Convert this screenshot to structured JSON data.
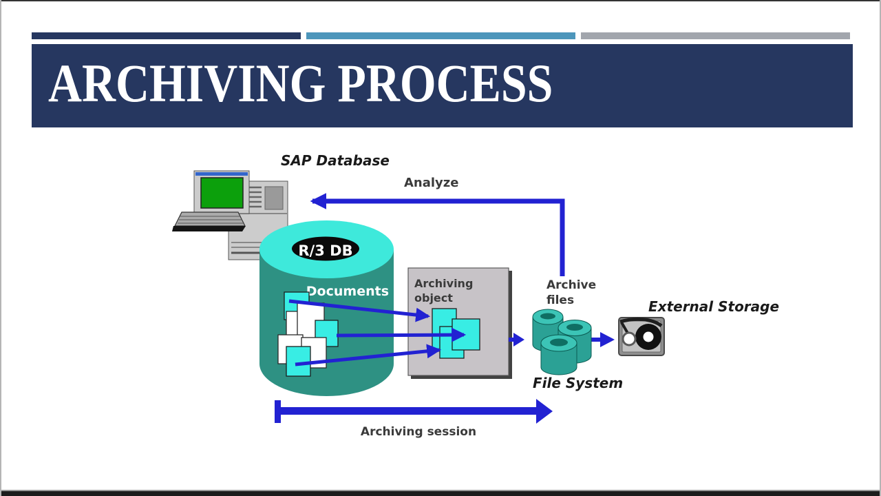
{
  "header": {
    "title": "ARCHIVING PROCESS"
  },
  "diagram": {
    "labels": {
      "sap_database": "SAP Database",
      "analyze": "Analyze",
      "r3_db": "R/3 DB",
      "documents": "Documents",
      "archiving_object_line1": "Archiving",
      "archiving_object_line2": "object",
      "archive_files_line1": "Archive",
      "archive_files_line2": "files",
      "file_system": "File System",
      "external_storage": "External Storage",
      "archiving_session": "Archiving session"
    },
    "icons": {
      "workstation": "computer-icon",
      "database": "database-cylinder-icon",
      "documents": "document-stack-icon",
      "archive_files": "file-spools-icon",
      "external_storage": "tape-drive-icon"
    }
  },
  "theme": {
    "navy": "#263760",
    "bar-blue": "#4D96BB",
    "bar-gray": "#A2A6AD",
    "arrow": "#2222D2",
    "cyl-body": "#2E9183",
    "cyl-top": "#3EE9DB",
    "doc-cyan": "#38EDE4",
    "box-gray": "#C7C3C7",
    "spool-body": "#2BA195",
    "spool-top": "#3CC4B6",
    "spool-hole": "#0F6E63",
    "screen-green": "#0CA00C",
    "label-dark": "#3A3A3A",
    "title-white": "#FFFFFF"
  }
}
